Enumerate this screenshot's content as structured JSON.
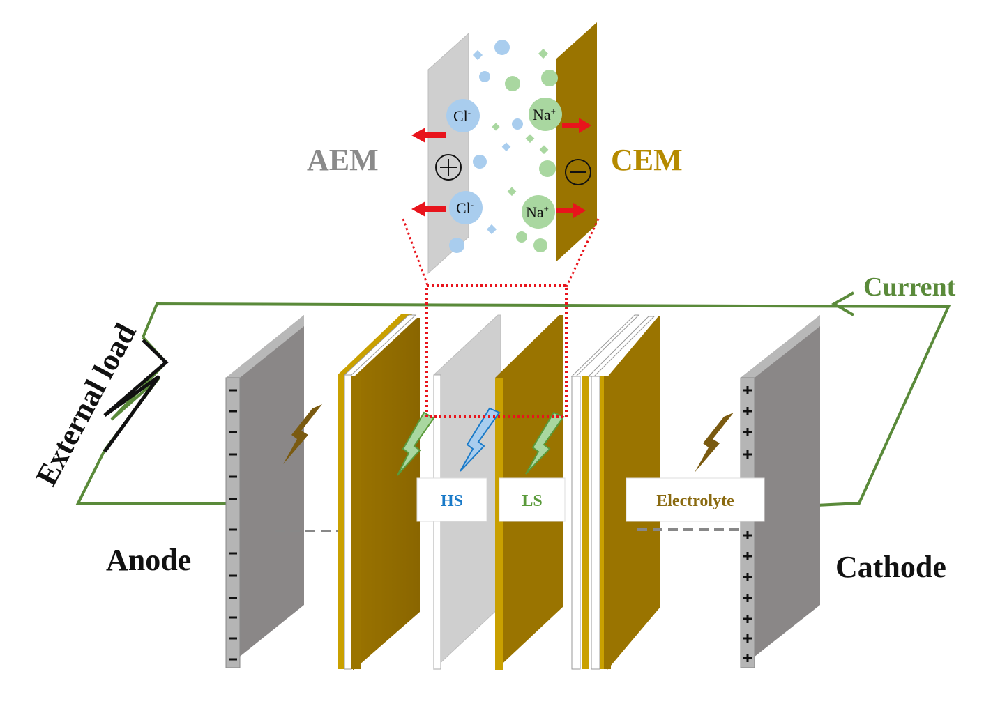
{
  "labels": {
    "aem": "AEM",
    "cem": "CEM",
    "current": "Current",
    "external_load": "External load",
    "anode": "Anode",
    "cathode": "Cathode",
    "hs": "HS",
    "ls": "LS",
    "electrolyte": "Electrolyte"
  },
  "ions": {
    "chloride": "Cl",
    "chloride_charge": "-",
    "sodium": "Na",
    "sodium_charge": "+"
  },
  "charges": {
    "aem_sign": "+",
    "cem_sign": "−",
    "anode_sign": "−",
    "cathode_sign": "+"
  },
  "colors": {
    "aem_gray": "#8a8a8a",
    "cem_gold": "#b58a00",
    "circuit_green": "#5a8a3a",
    "hs_blue": "#1a7ac8",
    "ls_green": "#5a9a3a",
    "electrolyte_brown": "#8a6a10",
    "zoom_red": "#e8141c",
    "chloride_blue": "#a9cdee",
    "sodium_green": "#a9d7a0"
  }
}
